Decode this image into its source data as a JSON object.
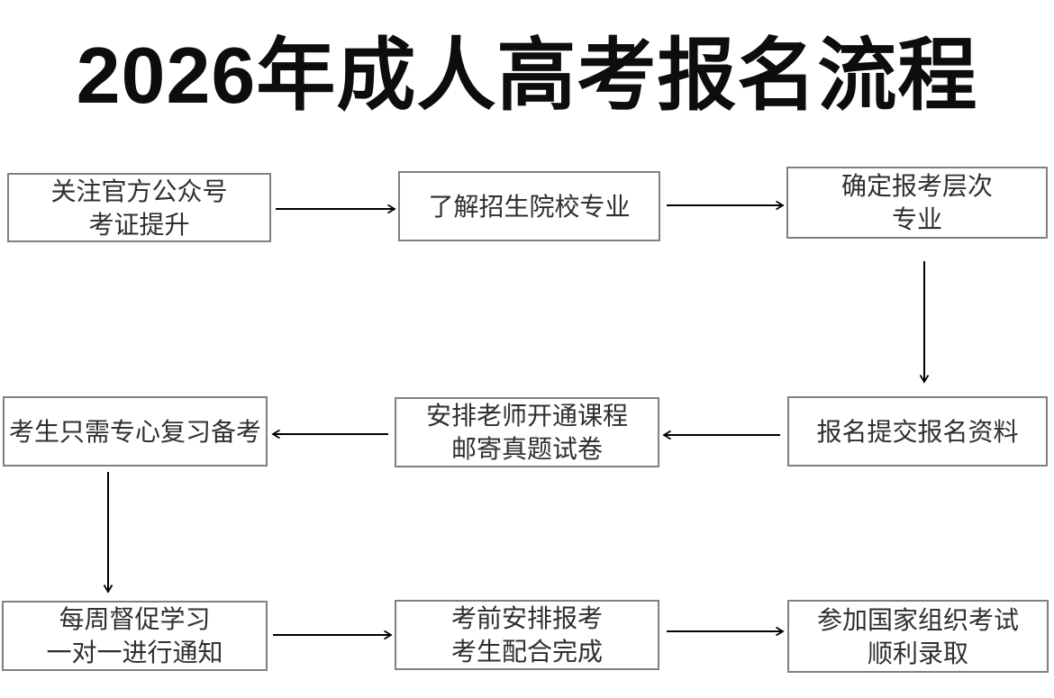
{
  "title": "2026年成人高考报名流程",
  "colors": {
    "background": "#ffffff",
    "title_text": "#0d0d0d",
    "box_border": "#808080",
    "box_text": "#2f2f2f",
    "arrow": "#000000"
  },
  "flow": {
    "steps": [
      {
        "id": "step-1",
        "lines": [
          "关注官方公众号",
          "考证提升"
        ]
      },
      {
        "id": "step-2",
        "lines": [
          "了解招生院校专业"
        ]
      },
      {
        "id": "step-3",
        "lines": [
          "确定报考层次",
          "专业"
        ]
      },
      {
        "id": "step-4",
        "lines": [
          "报名提交报名资料"
        ]
      },
      {
        "id": "step-5",
        "lines": [
          "安排老师开通课程",
          "邮寄真题试卷"
        ]
      },
      {
        "id": "step-6",
        "lines": [
          "考生只需专心复习备考"
        ]
      },
      {
        "id": "step-7",
        "lines": [
          "每周督促学习",
          "一对一进行通知"
        ]
      },
      {
        "id": "step-8",
        "lines": [
          "考前安排报考",
          "考生配合完成"
        ]
      },
      {
        "id": "step-9",
        "lines": [
          "参加国家组织考试",
          "顺利录取"
        ]
      }
    ],
    "connections": [
      {
        "from": "step-1",
        "to": "step-2",
        "direction": "right"
      },
      {
        "from": "step-2",
        "to": "step-3",
        "direction": "right"
      },
      {
        "from": "step-3",
        "to": "step-4",
        "direction": "down"
      },
      {
        "from": "step-4",
        "to": "step-5",
        "direction": "left"
      },
      {
        "from": "step-5",
        "to": "step-6",
        "direction": "left"
      },
      {
        "from": "step-6",
        "to": "step-7",
        "direction": "down"
      },
      {
        "from": "step-7",
        "to": "step-8",
        "direction": "right"
      },
      {
        "from": "step-8",
        "to": "step-9",
        "direction": "right"
      }
    ]
  }
}
